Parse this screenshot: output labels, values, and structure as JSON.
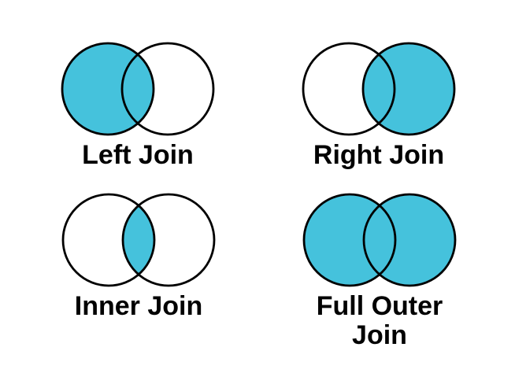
{
  "colors": {
    "fill": "#45C2DC",
    "stroke": "#000000",
    "label": "#000000",
    "background": "#FFFFFF"
  },
  "diagrams": [
    {
      "label": "Left Join",
      "filled_regions": [
        "left",
        "intersection"
      ]
    },
    {
      "label": "Right Join",
      "filled_regions": [
        "right",
        "intersection"
      ]
    },
    {
      "label": "Inner Join",
      "filled_regions": [
        "intersection"
      ]
    },
    {
      "label": "Full Outer Join",
      "filled_regions": [
        "left",
        "right",
        "intersection"
      ]
    }
  ]
}
